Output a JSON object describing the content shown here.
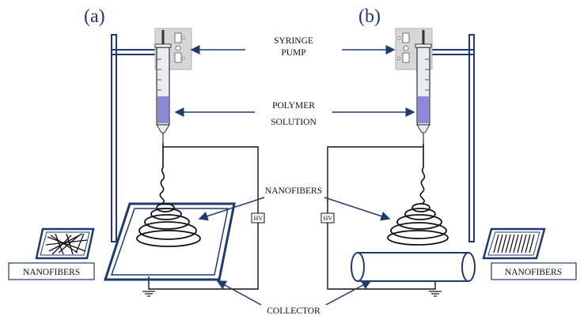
{
  "panel_a": "(a)",
  "panel_b": "(b)",
  "labels": {
    "syringe_pump_line1": "SYRINGE",
    "syringe_pump_line2": "PUMP",
    "polymer_solution_line1": "POLYMER",
    "polymer_solution_line2": "SOLUTION",
    "nanofibers_center": "NANOFIBERS",
    "nanofibers_left": "NANOFIBERS",
    "nanofibers_right": "NANOFIBERS",
    "collector": "COLLECTOR",
    "hv_left": "HV",
    "hv_right": "HV"
  },
  "colors": {
    "navy": "#1f3a6e",
    "solution": "#8a8ad8",
    "syringe_body": "#e9edf2",
    "pump_body": "#d7d7d7"
  }
}
